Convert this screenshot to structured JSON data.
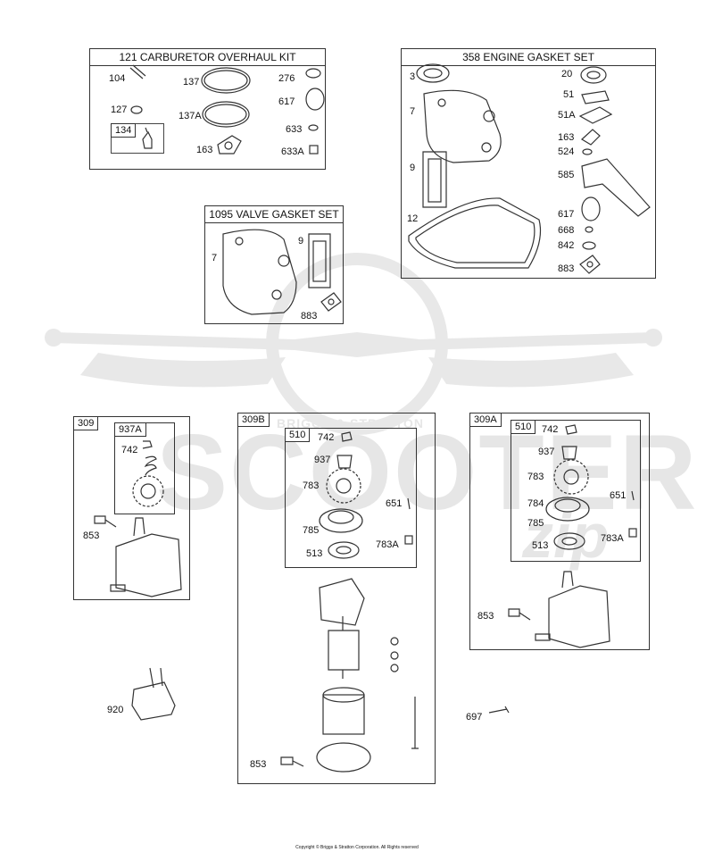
{
  "watermark": {
    "brand": "SCOOTER",
    "brand_tail": "zip",
    "arc_text": "BRIGGS & STRATTON"
  },
  "colors": {
    "line": "#333333",
    "watermark": "#e6e6e6",
    "part_fill": "#d9d9d9"
  },
  "kits": {
    "carb": {
      "title": "121 CARBURETOR OVERHAUL KIT",
      "sub_tag": "134",
      "labels": [
        "104",
        "127",
        "137",
        "137A",
        "163",
        "276",
        "617",
        "633",
        "633A"
      ]
    },
    "engine": {
      "title": "358 ENGINE GASKET SET",
      "labels": [
        "3",
        "7",
        "9",
        "12",
        "20",
        "51",
        "51A",
        "163",
        "524",
        "585",
        "617",
        "668",
        "842",
        "883"
      ]
    },
    "valve": {
      "title": "1095 VALVE GASKET SET",
      "labels": [
        "7",
        "9",
        "883"
      ]
    }
  },
  "starters": {
    "s309": {
      "tag": "309",
      "sub_tag": "937A",
      "labels": [
        "742",
        "853"
      ]
    },
    "s309b": {
      "tag": "309B",
      "sub_tag": "510",
      "labels": [
        "742",
        "937",
        "783",
        "651",
        "785",
        "783A",
        "513",
        "853"
      ]
    },
    "s309a": {
      "tag": "309A",
      "sub_tag": "510",
      "labels": [
        "742",
        "937",
        "783",
        "651",
        "784",
        "785",
        "783A",
        "513",
        "853"
      ]
    }
  },
  "loose": {
    "p920": "920",
    "p697": "697"
  },
  "copyright": "Copyright © Briggs & Stratton Corporation. All Rights reserved"
}
